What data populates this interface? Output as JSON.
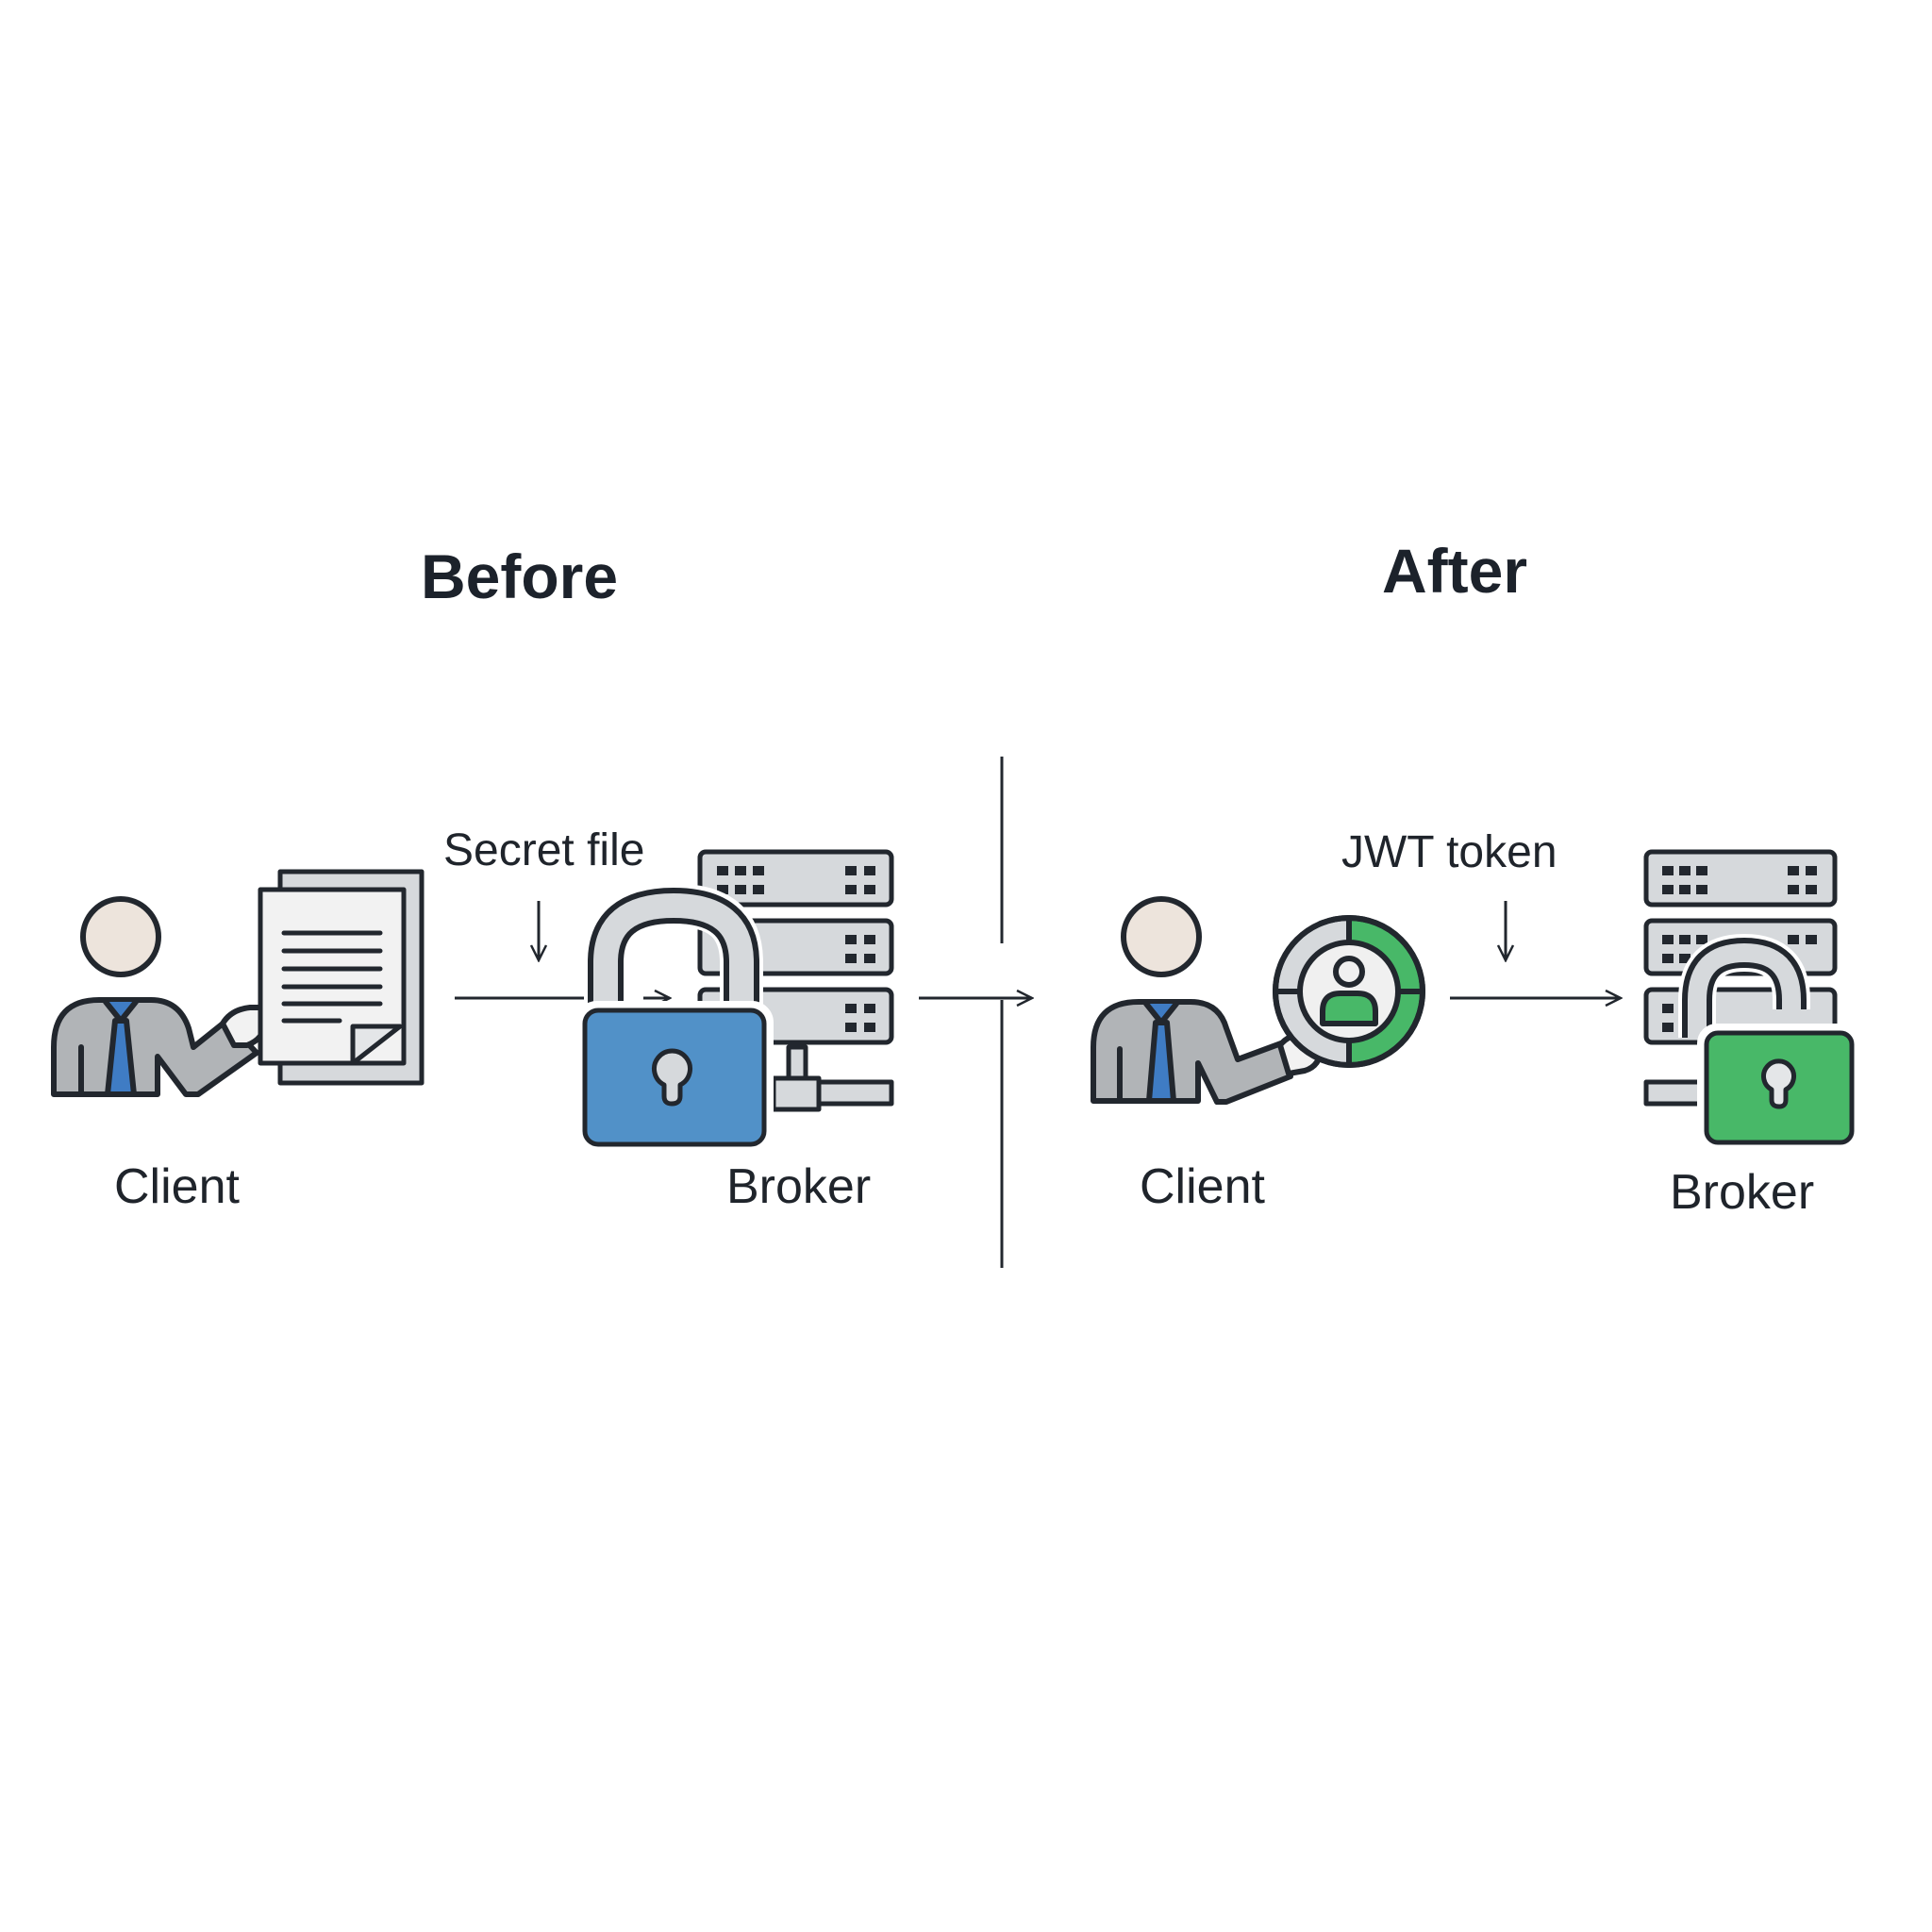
{
  "diagram": {
    "panels": [
      {
        "heading": "Before",
        "client_label": "Client",
        "credential_label": "Secret file",
        "credential_icon": "document-icon",
        "broker_label": "Broker",
        "lock_state": "locked",
        "lock_color": "#5191c8"
      },
      {
        "heading": "After",
        "client_label": "Client",
        "credential_label": "JWT token",
        "credential_icon": "user-badge-token-icon",
        "broker_label": "Broker",
        "lock_state": "unlocked",
        "lock_color": "#48b868"
      }
    ],
    "colors": {
      "stroke": "#22272e",
      "suit": "#b1b4b7",
      "tie": "#3f7cc4",
      "skin": "#ede4dc",
      "server": "#d6d9dc",
      "paper": "#f2f2f2",
      "token_green": "#48b868"
    }
  }
}
